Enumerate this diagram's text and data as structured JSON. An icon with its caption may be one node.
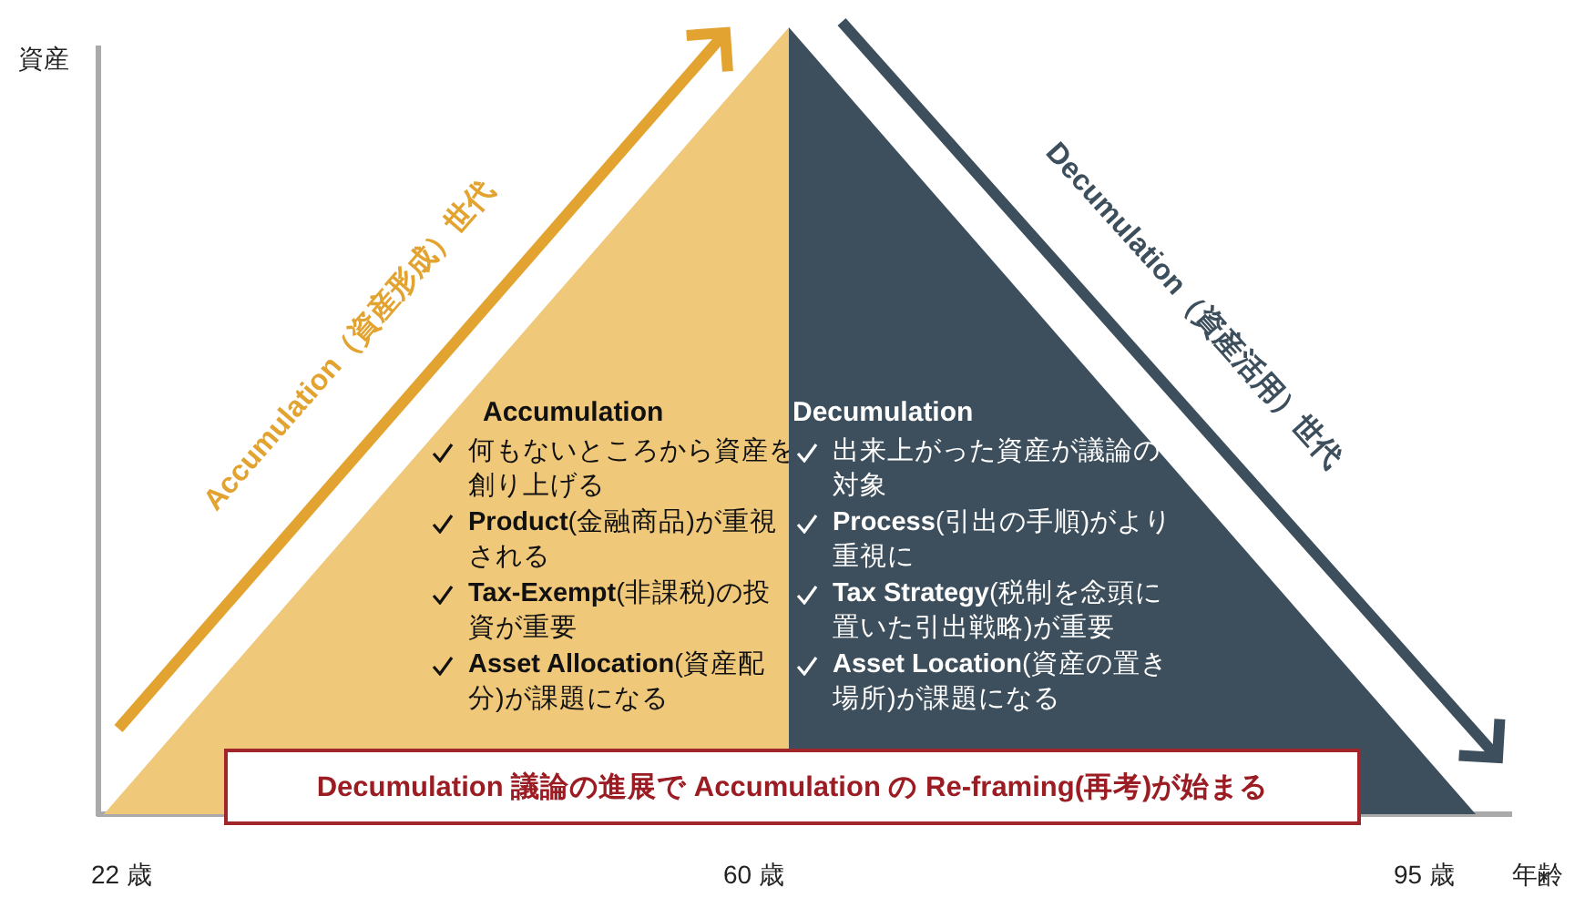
{
  "diagram": {
    "nodes": [
      {
        "text": [
          "Accumulation",
          "何もないところから資産を創り上げる",
          "**Product**(金融商品)が重視される",
          "**Tax-Exempt**(非課税)の投資が重要",
          "**Asset Allocation**(資産配分)が課題になる"
        ]
      },
      {
        "text": [
          "Decumulation",
          "出来上がった資産が議論の対象",
          "**Process**(引出の手順)がより重視に",
          "**Tax Strategy**(税制を念頭に置いた引出戦略)が重要",
          "**Asset Location**(資産の置き場所)が課題になる"
        ]
      },
      {
        "text": [
          "Decumulation 議論の進展で Accumulation の Re-framing(再考)が始まる"
        ]
      }
    ],
    "labels": [
      "資産",
      "Accumulation（資産形成）世代",
      "Decumulation（資産活用）世代",
      "22 歳",
      "60 歳",
      "95 歳",
      "年齢"
    ]
  }
}
